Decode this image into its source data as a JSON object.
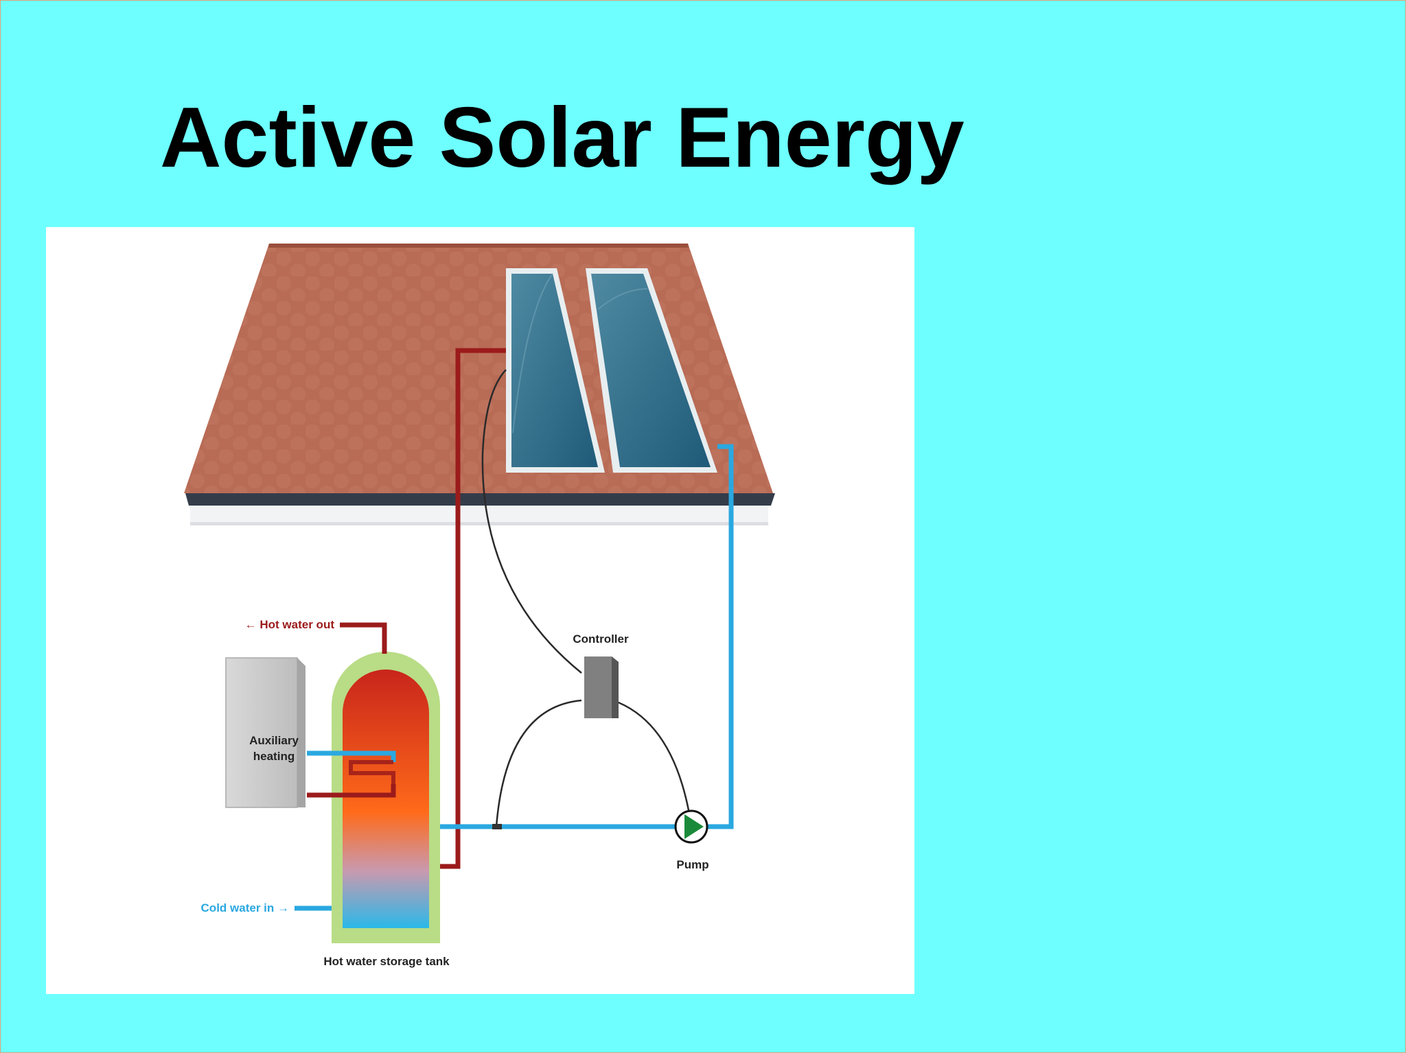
{
  "slide": {
    "title": "Active Solar Energy"
  },
  "diagram": {
    "labels": {
      "hot_water_out": "← Hot water out",
      "auxiliary_heating_line1": "Auxiliary",
      "auxiliary_heating_line2": "heating",
      "controller": "Controller",
      "pump": "Pump",
      "cold_water_in": "Cold water in →",
      "tank": "Hot water storage tank"
    },
    "colors": {
      "background": "#6effff",
      "hot_pipe": "#9b1b1b",
      "cold_pipe": "#2aa8e0",
      "roof": "#b86b55",
      "panel": "#2e6f8a",
      "tank_outer": "#b9dc86",
      "controller": "#7a7a7a",
      "pump": "#1a8a3a"
    }
  }
}
